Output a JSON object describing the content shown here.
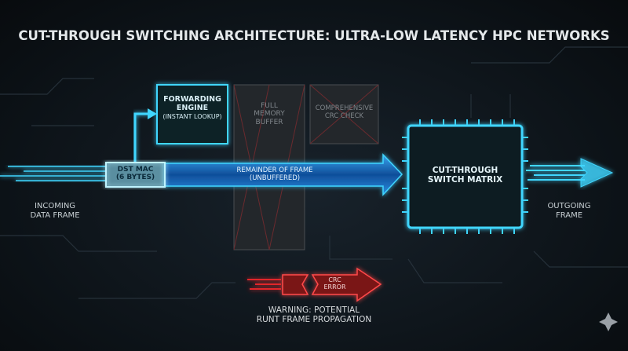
{
  "title": "CUT-THROUGH SWITCHING ARCHITECTURE: ULTRA-LOW LATENCY HPC NETWORKS",
  "incoming": [
    "INCOMING",
    "DATA FRAME"
  ],
  "outgoing": [
    "OUTGOING",
    "FRAME"
  ],
  "dst_mac": [
    "DST MAC",
    "(6 BYTES)"
  ],
  "forwarding_engine": [
    "FORWARDING",
    "ENGINE",
    "(INSTANT LOOKUP)"
  ],
  "memory_buffer": [
    "FULL",
    "MEMORY",
    "BUFFER"
  ],
  "crc_check": [
    "COMPREHENSIVE",
    "CRC CHECK"
  ],
  "remainder": [
    "REMAINDER OF FRAME",
    "(UNBUFFERED)"
  ],
  "switch_matrix": [
    "CUT-THROUGH",
    "SWITCH MATRIX"
  ],
  "crc_error": [
    "CRC",
    "ERROR"
  ],
  "warning": [
    "WARNING: POTENTIAL",
    "RUNT FRAME PROPAGATION"
  ],
  "colors": {
    "cyan": "#3fd6ff",
    "blue": "#1f7fd6",
    "red": "#e0262b",
    "gray": "#5a5e62"
  }
}
